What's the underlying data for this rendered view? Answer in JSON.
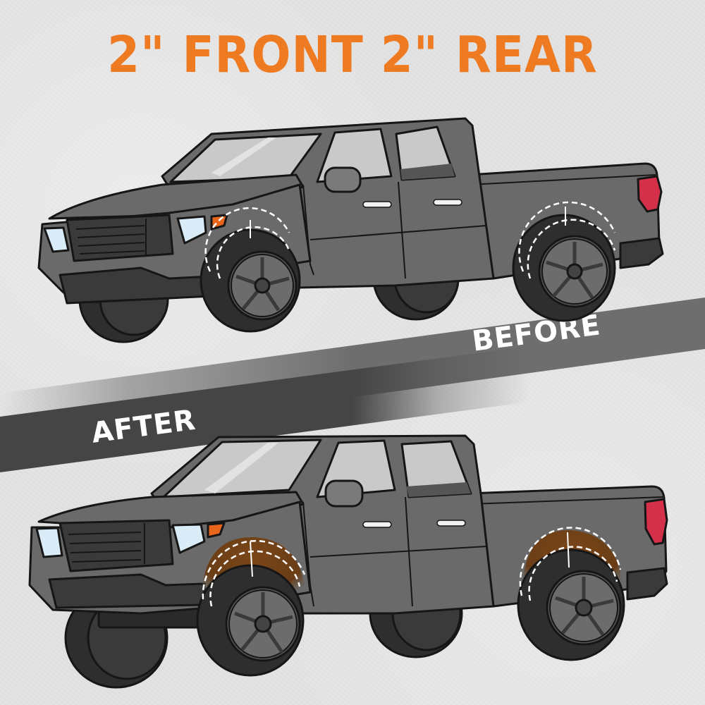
{
  "header": {
    "title": "2\" FRONT 2\" REAR"
  },
  "labels": {
    "before": "BEFORE",
    "after": "AFTER"
  },
  "colors": {
    "title_orange": "#ee7a22",
    "background": "#e2e2e2",
    "band_dark": "#454545",
    "band_mid": "#6e6e6e",
    "truck_body": "#6a6a6a",
    "truck_body_light": "#858585",
    "truck_dark": "#3a3a3a",
    "tire": "#2e2e2e",
    "outline": "#161616",
    "glass": "#c9c9c9",
    "headlight": "#d9ecf7",
    "turn_signal": "#e8651c",
    "tail_light": "#d4304a",
    "lift_fill": "#7a4618",
    "dash_line": "#ffffff"
  },
  "figures": [
    {
      "id": "truck-before",
      "state": "stock",
      "lift_highlight": false
    },
    {
      "id": "truck-after",
      "state": "lifted",
      "lift_highlight": true,
      "front_lift_in": 2,
      "rear_lift_in": 2
    }
  ]
}
